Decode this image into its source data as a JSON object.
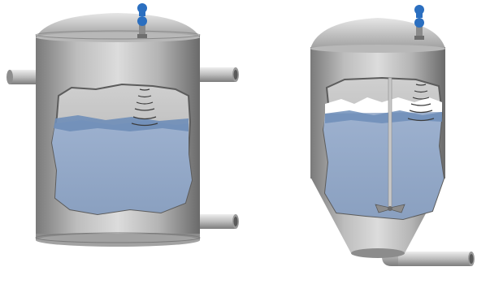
{
  "colors": {
    "steel_light": "#d4d4d4",
    "steel_mid": "#a9a9a9",
    "steel_dark": "#6e6e6e",
    "cutout_bg": "#bcbcbc",
    "liquid": "#8fa4c2",
    "liquid_surface": "#6f8eb8",
    "foam": "#ffffff",
    "sensor_blue": "#2b6fc0",
    "sensor_gray": "#8a8a8a"
  },
  "diagram": {
    "components": [
      "cylindrical-tank",
      "conical-agitated-tank",
      "top-mounted-level-sensor",
      "radar-signal-arcs",
      "agitator-impeller",
      "inlet-nozzle",
      "outlet-nozzle",
      "bottom-outlet-pipe"
    ]
  }
}
